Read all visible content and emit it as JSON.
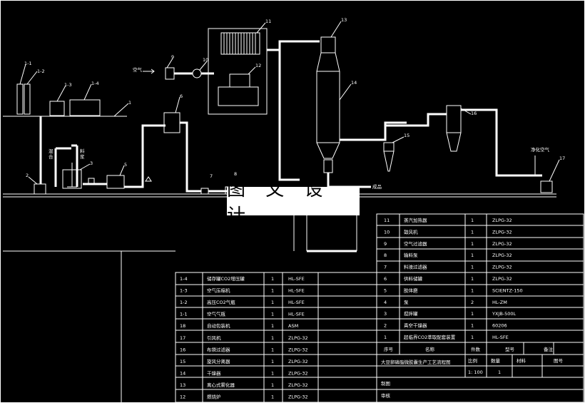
{
  "watermark": "图 文 设 计",
  "equipment_labels": [
    "1-1",
    "1-2",
    "1-3",
    "1-4",
    "1",
    "2",
    "3",
    "5",
    "6",
    "7",
    "8",
    "9",
    "10",
    "11",
    "12",
    "13",
    "14",
    "15",
    "16",
    "17"
  ],
  "flow_labels": {
    "air_in": "空气",
    "left_vertical_a": "混",
    "left_vertical_b": "合",
    "left_vertical_c": "料",
    "left_vertical_d": "浆",
    "right_vertical": "净化空气",
    "product": "成品"
  },
  "left_table": {
    "rows": [
      {
        "no": "1-4",
        "name": "储存罐CO2增压罐",
        "qty": "1",
        "model": "HL-SFE"
      },
      {
        "no": "1-3",
        "name": "空气压缩机",
        "qty": "1",
        "model": "HL-SFE"
      },
      {
        "no": "1-2",
        "name": "高压CO2气瓶",
        "qty": "1",
        "model": "HL-SFE"
      },
      {
        "no": "1-1",
        "name": "空气气瓶",
        "qty": "1",
        "model": "HL-SFE"
      },
      {
        "no": "18",
        "name": "自动包装机",
        "qty": "1",
        "model": "ASM"
      },
      {
        "no": "17",
        "name": "引风机",
        "qty": "1",
        "model": "ZLPG-32"
      },
      {
        "no": "16",
        "name": "布袋过滤器",
        "qty": "1",
        "model": "ZLPG-32"
      },
      {
        "no": "15",
        "name": "旋风分离器",
        "qty": "1",
        "model": "ZLPG-32"
      },
      {
        "no": "14",
        "name": "干燥器",
        "qty": "1",
        "model": "ZLPG-32"
      },
      {
        "no": "13",
        "name": "离心式雾化器",
        "qty": "1",
        "model": "ZLPG-32"
      },
      {
        "no": "12",
        "name": "燃烧炉",
        "qty": "1",
        "model": "ZLPG-32"
      }
    ]
  },
  "right_table": {
    "rows": [
      {
        "no": "11",
        "name": "蒸汽加热器",
        "qty": "1",
        "model": "ZLPG-32"
      },
      {
        "no": "10",
        "name": "鼓风机",
        "qty": "1",
        "model": "ZLPG-32"
      },
      {
        "no": "9",
        "name": "空气过滤器",
        "qty": "1",
        "model": "ZLPG-32"
      },
      {
        "no": "8",
        "name": "输料泵",
        "qty": "1",
        "model": "ZLPG-32"
      },
      {
        "no": "7",
        "name": "料液过滤器",
        "qty": "1",
        "model": "ZLPG-32"
      },
      {
        "no": "6",
        "name": "供料储罐",
        "qty": "1",
        "model": "ZLPG-32"
      },
      {
        "no": "5",
        "name": "胶体磨",
        "qty": "1",
        "model": "SCIENTZ-150"
      },
      {
        "no": "4",
        "name": "泵",
        "qty": "2",
        "model": "HL-ZM"
      },
      {
        "no": "3",
        "name": "搅拌罐",
        "qty": "1",
        "model": "YXJB-500L"
      },
      {
        "no": "2",
        "name": "真空干燥器",
        "qty": "1",
        "model": "60206"
      },
      {
        "no": "1",
        "name": "超临界CO2萃取配套装置",
        "qty": "1",
        "model": "HL-SFE"
      }
    ],
    "header": {
      "no": "序号",
      "name": "名称",
      "qty": "件数",
      "model": "型号",
      "note": "备注"
    }
  },
  "title_block": {
    "drawing_title": "大豆卵磷脂微胶囊生产工艺流程图",
    "scale_label": "比例",
    "qty_label": "数量",
    "material_label": "材料",
    "drawing_no_label": "图号",
    "scale_value": "1: 100",
    "qty_value": "1",
    "drafted_label": "制图",
    "reviewed_label": "审核"
  }
}
